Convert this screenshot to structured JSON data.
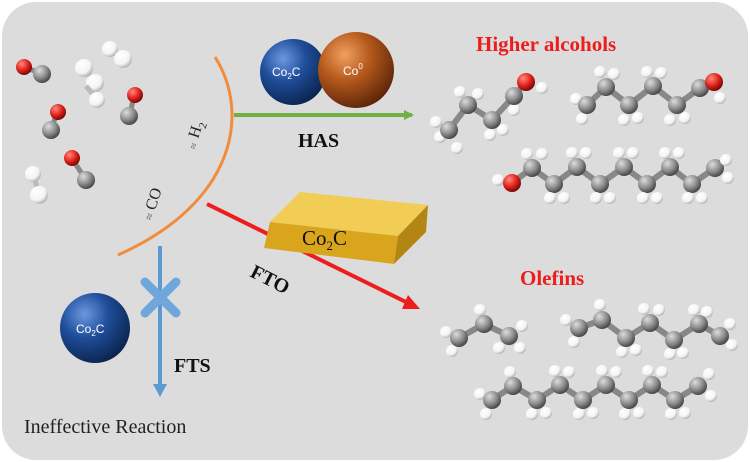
{
  "labels": {
    "higher_alcohols": "Higher alcohols",
    "olefins": "Olefins",
    "has": "HAS",
    "fto": "FTO",
    "fts": "FTS",
    "ineffective": "Ineffective Reaction",
    "h2": "H",
    "h2_sub": "2",
    "co": "CO",
    "co2c_sphere_main": "Co",
    "co2c_sphere_sub": "2",
    "co2c_sphere_tail": "C",
    "co0_main": "Co",
    "co0_sup": "0",
    "co2c_box_main": "Co",
    "co2c_box_sub": "2",
    "co2c_box_tail": "C",
    "co2c_fts_main": "Co",
    "co2c_fts_sub": "2",
    "co2c_fts_tail": "C"
  },
  "colors": {
    "background": "#dcdcdc",
    "arrow_has": "#72b043",
    "arrow_fto": "#ee1c1c",
    "arrow_fts": "#5b9bd5",
    "surface_curve": "#f08c3c",
    "block_x": "#6fa7dc",
    "co2c_sphere": "#1f4e9a",
    "co0_sphere": "#b5591c",
    "co2c_block": "#e6b422",
    "carbon_atom": "#8c8c8c",
    "hydrogen_atom": "#ffffff",
    "oxygen_atom": "#e0201a"
  },
  "icons": {
    "blocked": "x-cross-icon"
  }
}
